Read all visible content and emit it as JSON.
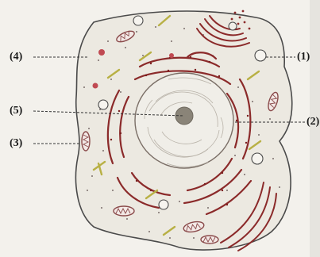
{
  "diagram": {
    "labels": {
      "l1": "(1)",
      "l2": "(2)",
      "l3": "(3)",
      "l4": "(4)",
      "l5": "(5)"
    },
    "colors": {
      "background": "#f3f1ec",
      "cell_fill": "#ece9e1",
      "membrane": "#4a4a4a",
      "er": "#8b2a2a",
      "ribosome_dot": "#7a1f1f",
      "mitochondria": "#8a4a4a",
      "lysosome": "#c04a52",
      "nucleolus": "#8a8478",
      "chromatin": "#b8b2a8",
      "leader_line": "#333333"
    }
  }
}
